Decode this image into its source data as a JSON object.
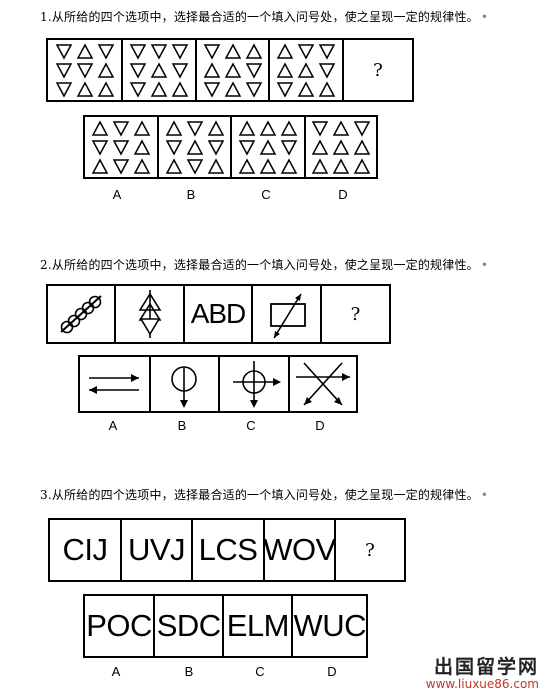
{
  "q1": {
    "title": "1.从所给的四个选项中，选择最合适的一个填入问号处，使之呈现一定的规律性。",
    "question_mark": "?",
    "labels": [
      "A",
      "B",
      "C",
      "D"
    ]
  },
  "q2": {
    "title": "2.从所给的四个选项中，选择最合适的一个填入问号处，使之呈现一定的规律性。",
    "abd_text": "ABD",
    "question_mark": "?",
    "labels": [
      "A",
      "B",
      "C",
      "D"
    ]
  },
  "q3": {
    "title": "3.从所给的四个选项中，选择最合适的一个填入问号处，使之呈现一定的规律性。",
    "sequence": [
      "CIJ",
      "UVJ",
      "LCS",
      "WOV"
    ],
    "question_mark": "?",
    "options": [
      "POC",
      "SDC",
      "ELM",
      "WUC"
    ],
    "labels": [
      "A",
      "B",
      "C",
      "D"
    ]
  },
  "watermark": {
    "site_name": "出国留学网",
    "url": "www.liuxue86.com"
  }
}
